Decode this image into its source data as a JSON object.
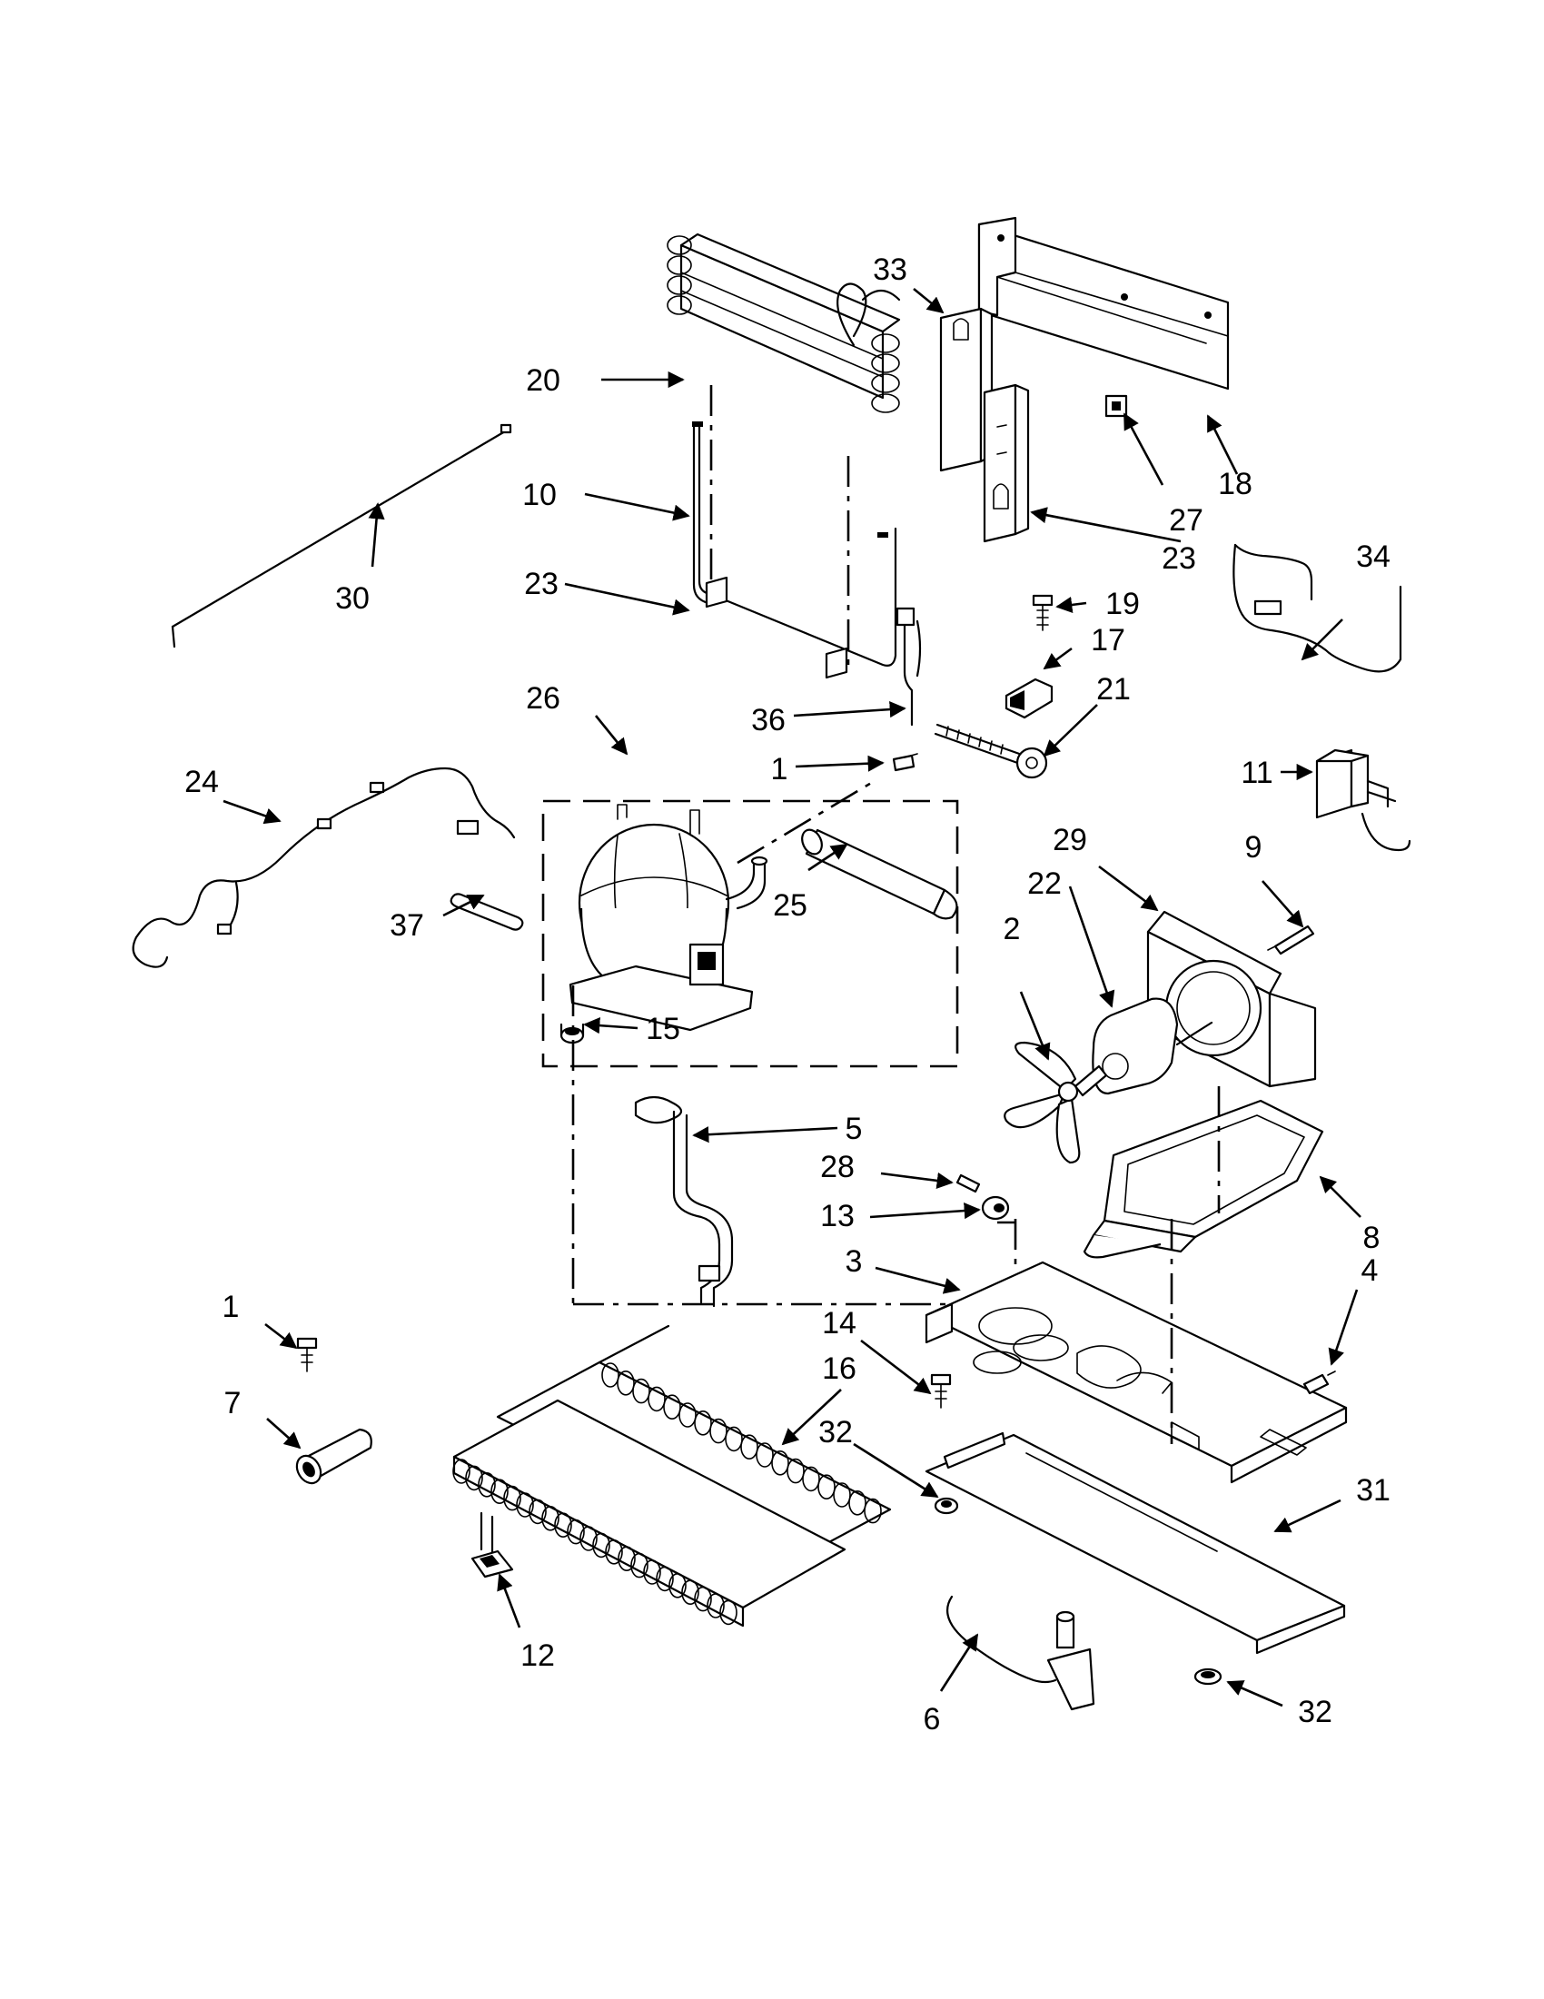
{
  "callouts": {
    "c1a": "1",
    "c1b": "1",
    "c2": "2",
    "c3": "3",
    "c4": "4",
    "c5": "5",
    "c6": "6",
    "c7": "7",
    "c8": "8",
    "c9": "9",
    "c10": "10",
    "c11": "11",
    "c12": "12",
    "c13": "13",
    "c14": "14",
    "c15": "15",
    "c16": "16",
    "c17": "17",
    "c18": "18",
    "c19": "19",
    "c20": "20",
    "c21": "21",
    "c22": "22",
    "c23a": "23",
    "c23b": "23",
    "c24": "24",
    "c25": "25",
    "c26": "26",
    "c27": "27",
    "c28": "28",
    "c29": "29",
    "c30": "30",
    "c31": "31",
    "c32a": "32",
    "c32b": "32",
    "c33": "33",
    "c34": "34",
    "c36": "36",
    "c37": "37"
  }
}
